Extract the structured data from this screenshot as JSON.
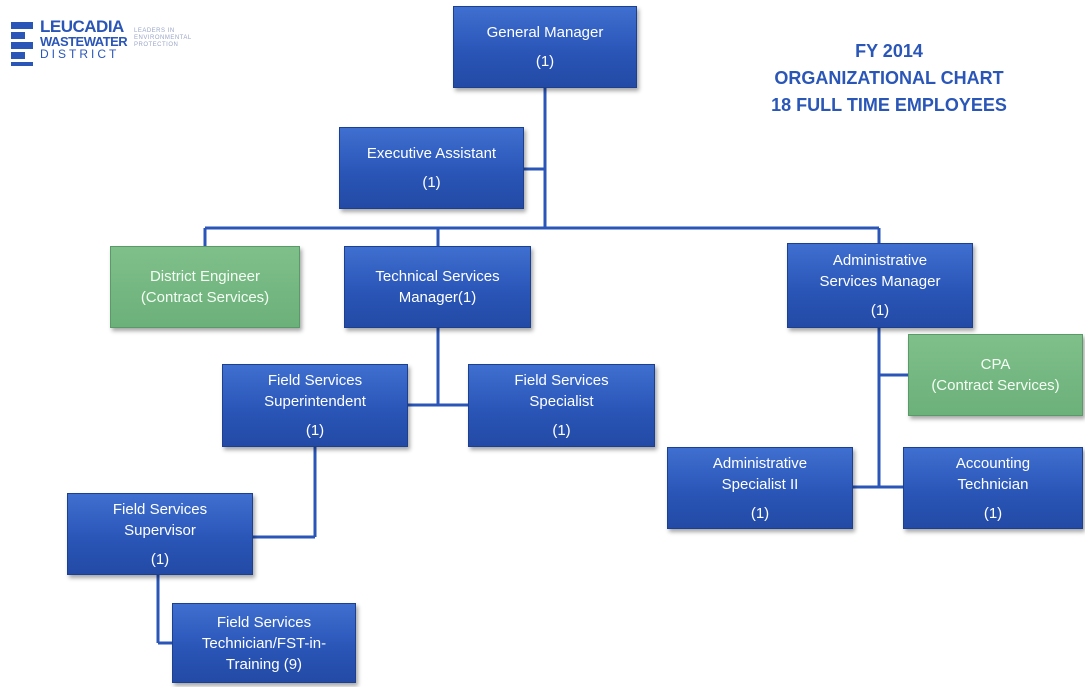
{
  "logo": {
    "line1": "LEUCADIA",
    "line2": "WASTEWATER",
    "line3": "DISTRICT",
    "tagline": [
      "LEADERS IN",
      "ENVIRONMENTAL",
      "PROTECTION"
    ]
  },
  "title": {
    "line1": "FY 2014",
    "line2": "ORGANIZATIONAL  CHART",
    "line3": "18  FULL TIME EMPLOYEES"
  },
  "nodes": {
    "general_manager": {
      "lines": [
        "General Manager"
      ],
      "count": "(1)"
    },
    "executive_assistant": {
      "lines": [
        "Executive Assistant"
      ],
      "count": "(1)"
    },
    "district_engineer": {
      "lines": [
        "District Engineer",
        "(Contract Services)"
      ]
    },
    "technical_services_manager": {
      "lines": [
        "Technical Services",
        "Manager(1)"
      ]
    },
    "administrative_services_manager": {
      "lines": [
        "Administrative",
        "Services Manager"
      ],
      "count": "(1)"
    },
    "cpa": {
      "lines": [
        "CPA",
        "(Contract Services)"
      ]
    },
    "field_services_superintendent": {
      "lines": [
        "Field Services",
        "Superintendent"
      ],
      "count": "(1)"
    },
    "field_services_specialist": {
      "lines": [
        "Field Services",
        "Specialist"
      ],
      "count": "(1)"
    },
    "administrative_specialist": {
      "lines": [
        "Administrative",
        "Specialist  II"
      ],
      "count": "(1)"
    },
    "accounting_technician": {
      "lines": [
        "Accounting",
        "Technician"
      ],
      "count": "(1)"
    },
    "field_services_supervisor": {
      "lines": [
        "Field Services",
        "Supervisor"
      ],
      "count": "(1)"
    },
    "field_services_technician": {
      "lines": [
        "Field Services",
        "Technician/FST-in-",
        "Training (9)"
      ]
    }
  },
  "colors": {
    "blue_box": "#2a56b8",
    "green_box": "#6cb07a",
    "connector": "#2a56b8",
    "title_text": "#2a56b8"
  }
}
